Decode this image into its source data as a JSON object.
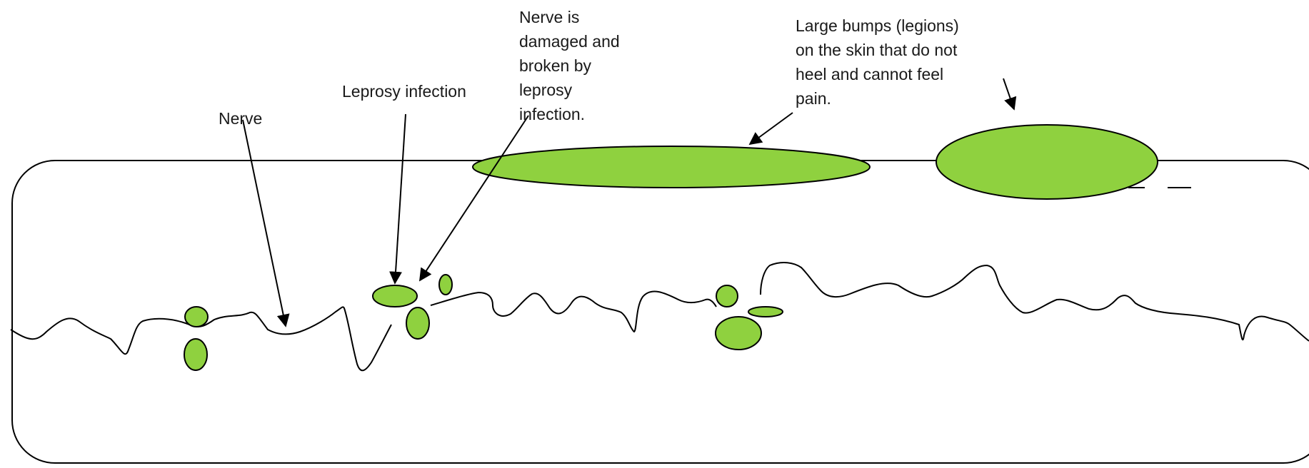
{
  "labels": {
    "nerve": "Nerve",
    "leprosy_infection": "Leprosy infection",
    "nerve_damaged": [
      "Nerve is",
      "damaged and",
      "broken by",
      "leprosy",
      "infection."
    ],
    "large_bumps": [
      "Large bumps (legions)",
      "on the skin that do not",
      "heel and cannot feel",
      "pain."
    ]
  },
  "colors": {
    "lesion_fill": "#8fd13f",
    "stroke": "#000000",
    "background": "#ffffff"
  }
}
